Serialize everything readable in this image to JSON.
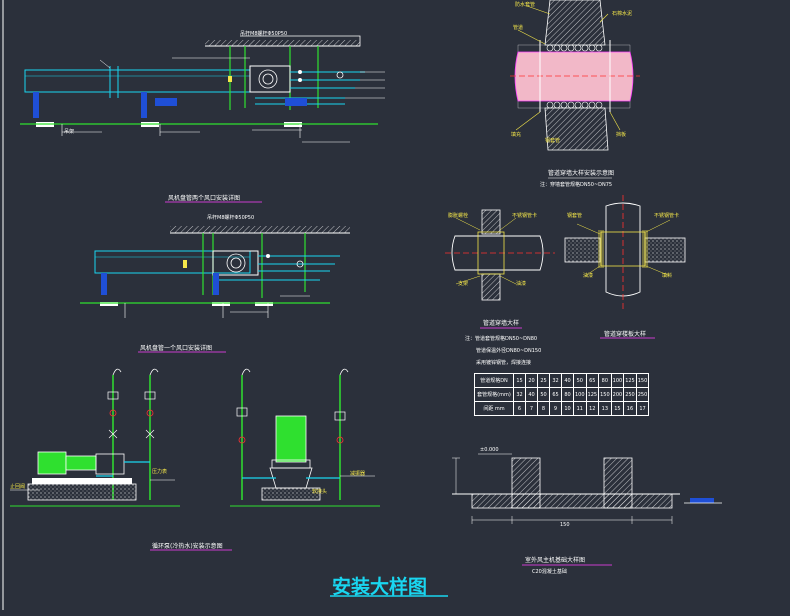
{
  "main_title": "安装大样图",
  "captions": {
    "view1": "风机盘管两个风口安装详图",
    "view2": "风机盘管一个风口安装详图",
    "pump": "循环泵(冷热水)安装示意图",
    "sleeve_detail": "管道穿墙大样安装示意图",
    "sleeve_note": "注：穿墙套管规格DN50~DN75",
    "wall": "管道穿墙大样",
    "floor": "管道穿楼板大样",
    "outdoor": "室外风主机基础大样图",
    "outdoor_note": "C20混凝土基础"
  },
  "labels": {
    "rod_top1": "吊杆M8螺杆Φ50P50",
    "rod_top2": "吊杆M8螺杆Φ50P50",
    "left_ann": "吊架",
    "sleeve_top": "防水套管",
    "sleeve_tr": "石棉水泥",
    "sleeve_pipe": "管道",
    "sleeve_bl": "填充",
    "sleeve_br": "挡板",
    "sleeve_b1": "钢套管",
    "wall_l1": "膨胀螺栓",
    "wall_r1": "不锈钢管卡",
    "wall_l2": "支架",
    "wall_r2": "油漆",
    "floor_l1": "钢套管",
    "floor_r1": "不锈钢管卡",
    "floor_l2": "油漆",
    "floor_r2": "填料",
    "pump_l": "止回阀",
    "pump_r": "减振器",
    "pump_tag1": "压力表",
    "pump_tag2": "软接头",
    "elev_top": "±0.000",
    "elev_bottom": "150"
  },
  "notes": [
    "注：管道套管规格DN50~DN80",
    "管道保温外径DN80~DN150",
    "采用镀锌钢管，焊接连接"
  ],
  "spec_table": {
    "rows": [
      {
        "head": "管道规格DN",
        "cells": [
          "15",
          "20",
          "25",
          "32",
          "40",
          "50",
          "65",
          "80",
          "100",
          "125",
          "150"
        ]
      },
      {
        "head": "套管规格(mm)",
        "cells": [
          "32",
          "40",
          "50",
          "65",
          "80",
          "100",
          "125",
          "150",
          "200",
          "250",
          "250"
        ]
      },
      {
        "head": "间距 mm",
        "cells": [
          "6",
          "7",
          "8",
          "9",
          "10",
          "11",
          "12",
          "13",
          "15",
          "16",
          "17"
        ]
      }
    ]
  },
  "colors": {
    "bg": "#2b303b",
    "pipe": "#19d6f0",
    "green": "#2fe02f",
    "yellow": "#f4e64a",
    "white": "#ffffff",
    "magenta": "#ff40ff",
    "red": "#ff3030",
    "pink": "#f2b8c8"
  }
}
